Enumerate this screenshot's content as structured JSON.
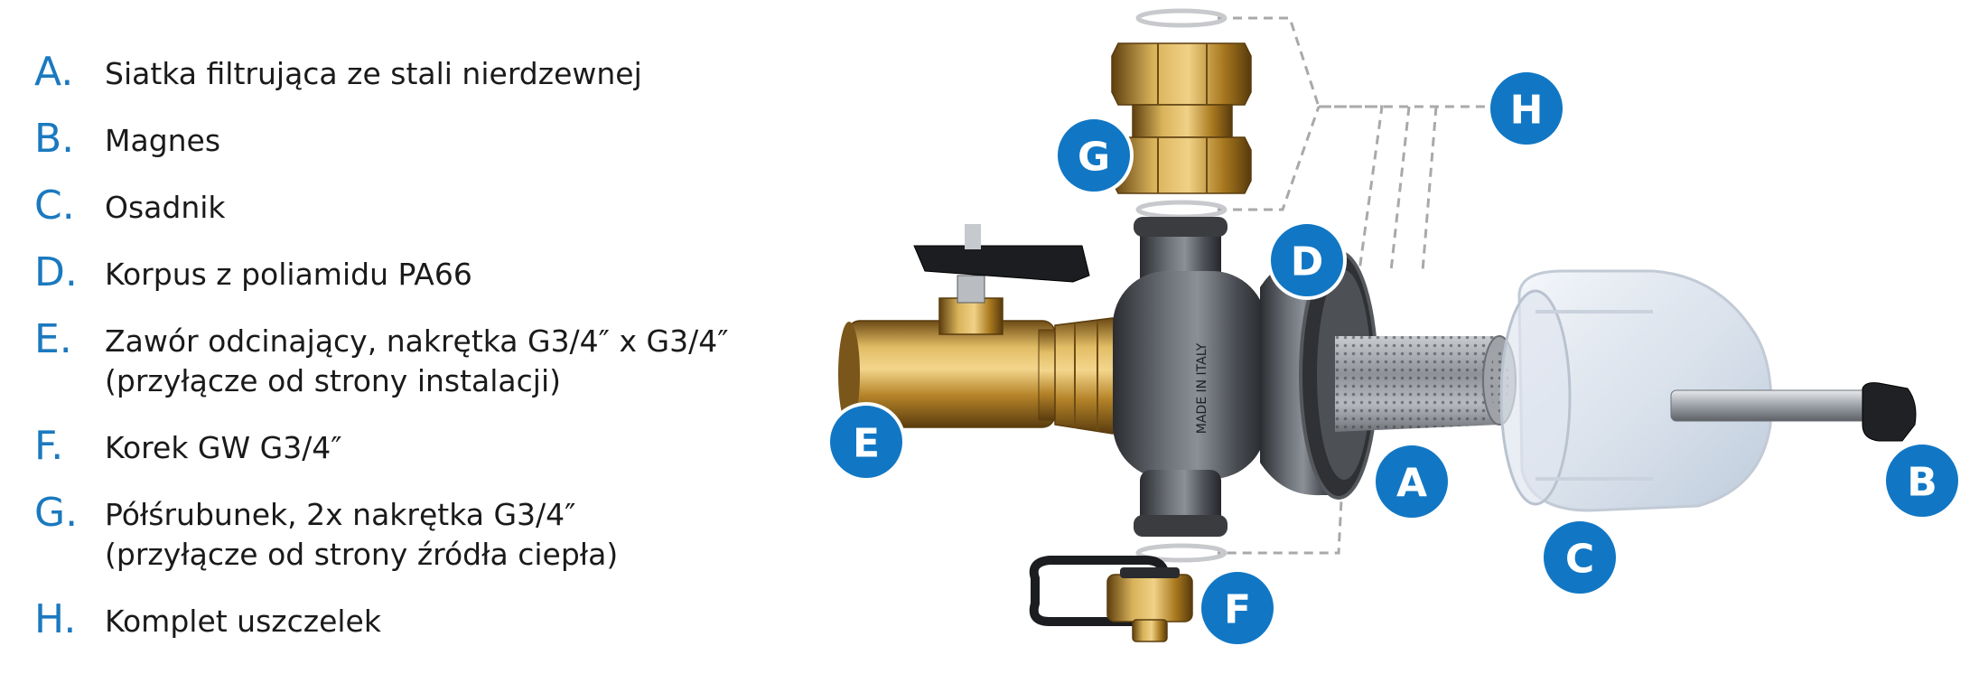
{
  "legend": [
    {
      "letter": "A.",
      "lines": [
        "Siatka filtrująca ze stali nierdzewnej"
      ]
    },
    {
      "letter": "B.",
      "lines": [
        "Magnes"
      ]
    },
    {
      "letter": "C.",
      "lines": [
        "Osadnik"
      ]
    },
    {
      "letter": "D.",
      "lines": [
        "Korpus z poliamidu PA66"
      ]
    },
    {
      "letter": "E.",
      "lines": [
        "Zawór odcinający, nakrętka G3/4″ x G3/4″",
        "(przyłącze od strony instalacji)"
      ]
    },
    {
      "letter": "F.",
      "lines": [
        "Korek GW G3/4″"
      ]
    },
    {
      "letter": "G.",
      "lines": [
        "Półśrubunek, 2x nakrętka G3/4″",
        "(przyłącze od strony źródła ciepła)"
      ]
    },
    {
      "letter": "H.",
      "lines": [
        "Komplet uszczelek"
      ]
    }
  ],
  "badges": {
    "a": "A",
    "b": "B",
    "c": "C",
    "d": "D",
    "e": "E",
    "f": "F",
    "g": "G",
    "h": "H"
  },
  "body_marking": "MADE IN ITALY",
  "colors": {
    "accent": "#1a79bf",
    "badge": "#1177c4",
    "brass": "#c99b3a",
    "body": "#45484d",
    "text": "#1a1a1a",
    "dash": "#a9a9a9"
  }
}
